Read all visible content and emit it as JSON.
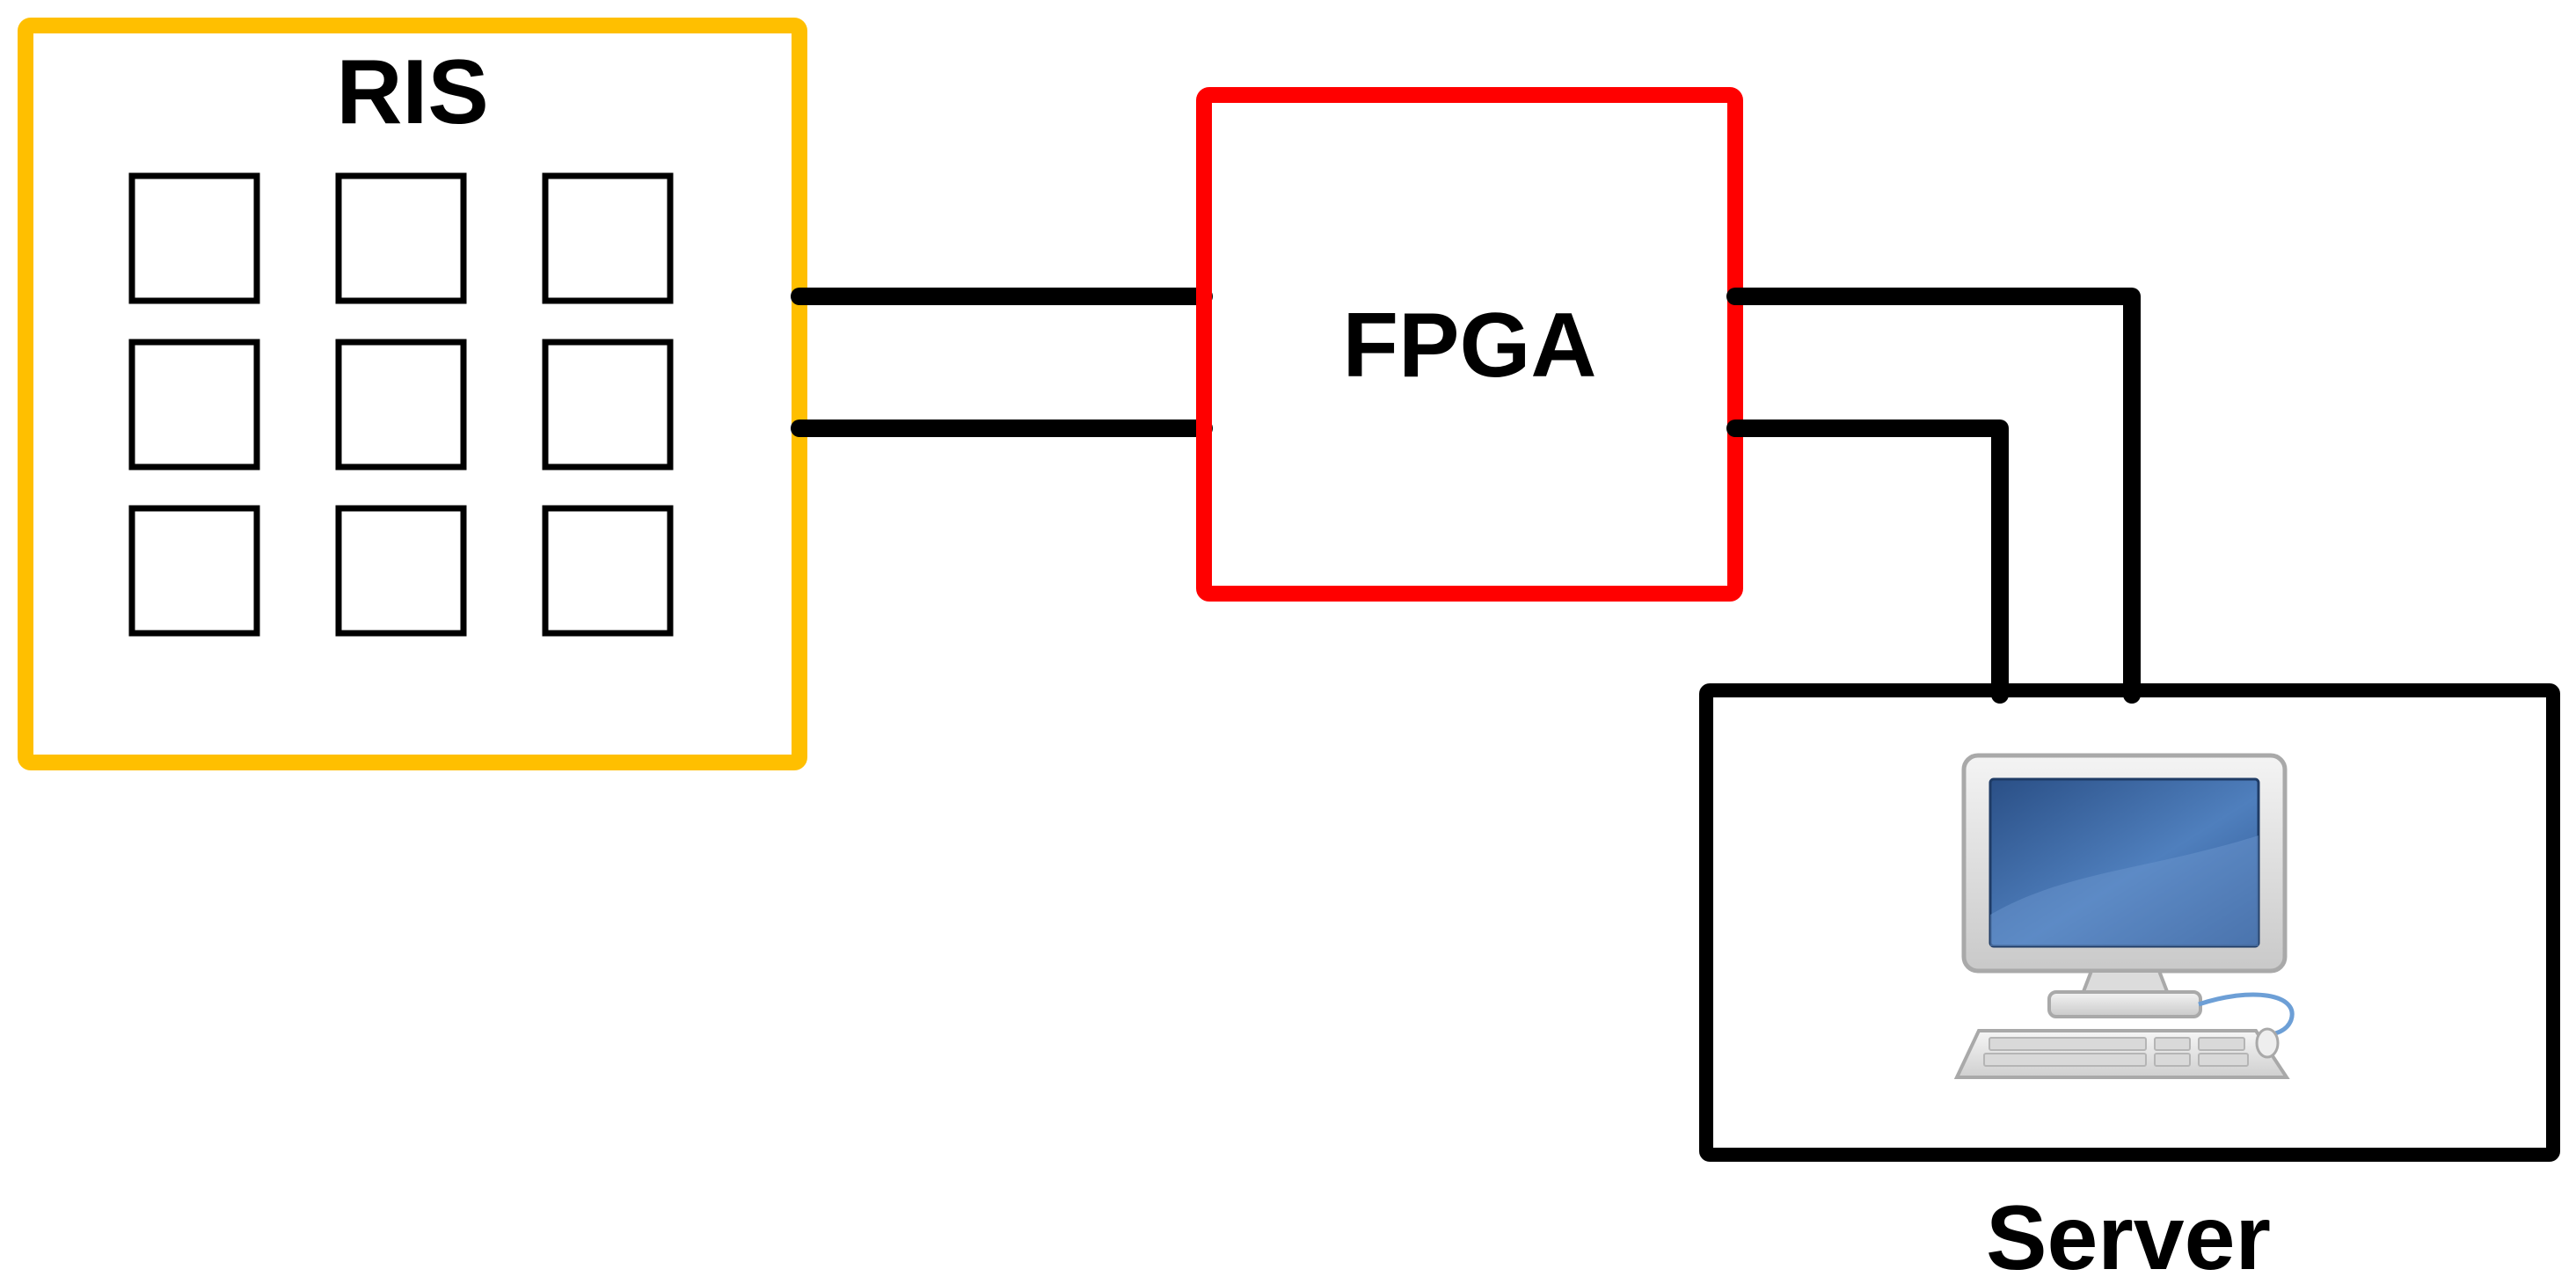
{
  "nodes": {
    "ris": {
      "label": "RIS",
      "border_color": "#FFBF00",
      "element_count": 9
    },
    "fpga": {
      "label": "FPGA",
      "border_color": "#FF0000"
    },
    "server": {
      "label": "Server",
      "border_color": "#000000",
      "icon": "desktop-computer-icon"
    }
  },
  "edges": [
    {
      "from": "ris",
      "to": "fpga",
      "color": "#000000"
    },
    {
      "from": "ris",
      "to": "fpga",
      "color": "#000000"
    },
    {
      "from": "fpga",
      "to": "server",
      "color": "#000000"
    },
    {
      "from": "fpga",
      "to": "server",
      "color": "#000000"
    }
  ]
}
